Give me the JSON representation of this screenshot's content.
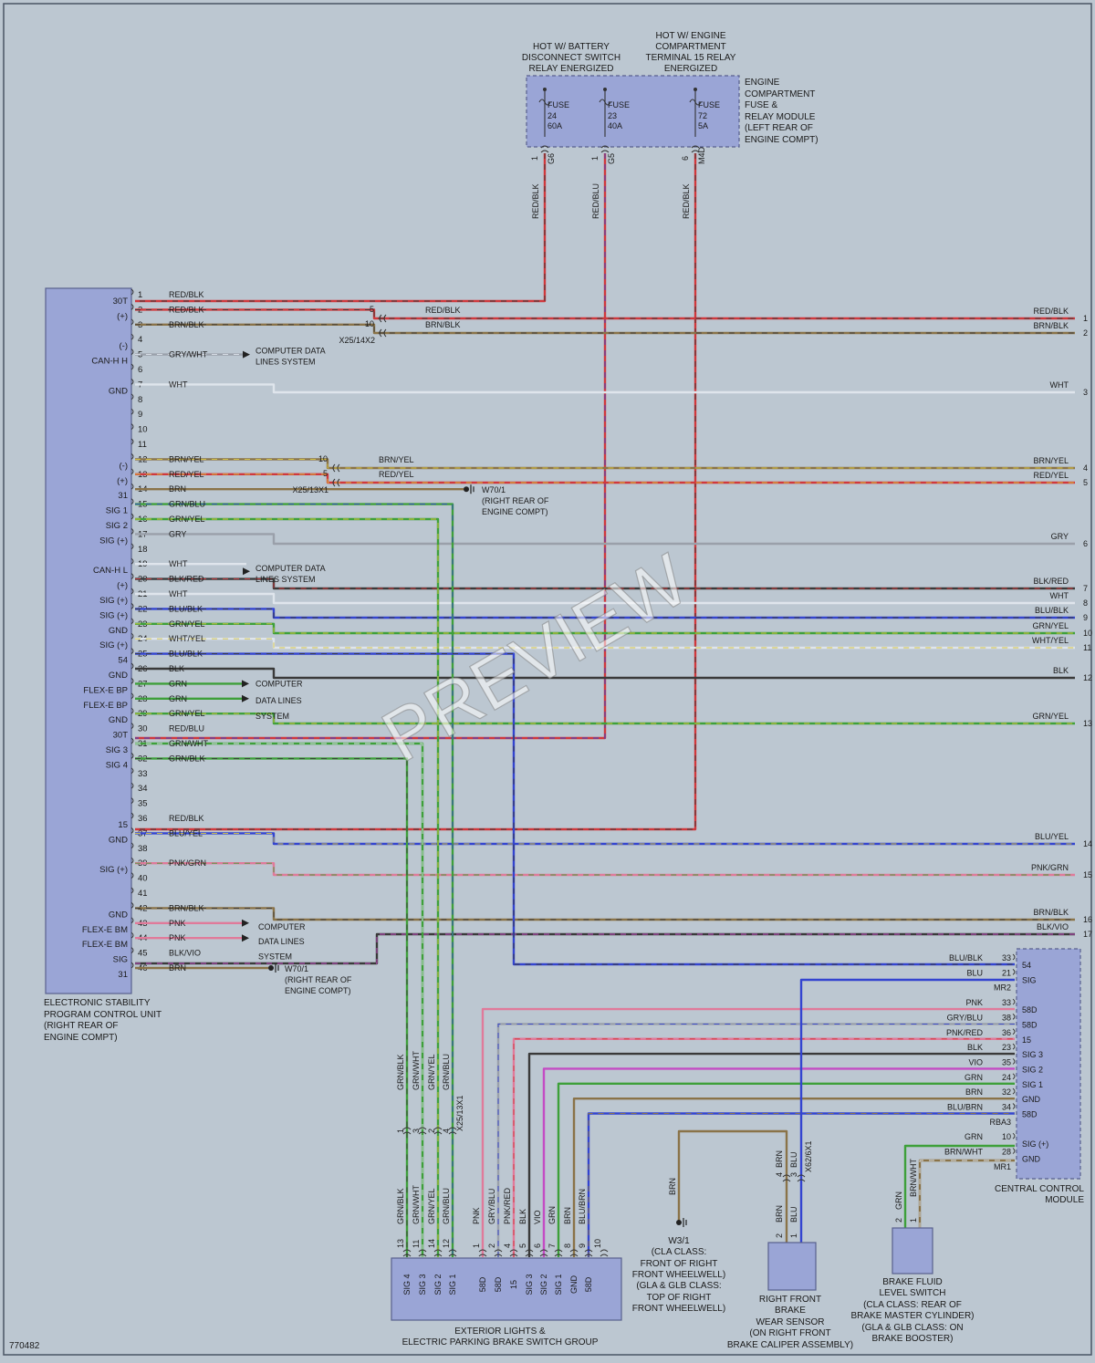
{
  "colors": {
    "RED": "#d0383c",
    "BRN": "#8a7348",
    "GRY": "#9aa0aa",
    "WHT": "#dfe5ec",
    "GRN": "#3ea03a",
    "BLU": "#3344d0",
    "BLK": "#3a3a3a",
    "PNK": "#e07a9a",
    "VIO": "#c44cc4",
    "YEL": "#d8c640",
    "box_fill": "#9aa5d6"
  },
  "fuse_box": {
    "hot1": [
      "HOT W/ BATTERY",
      "DISCONNECT SWITCH",
      "RELAY ENERGIZED"
    ],
    "hot2": [
      "HOT W/ ENGINE",
      "COMPARTMENT",
      "TERMINAL 15 RELAY",
      "ENERGIZED"
    ],
    "module": [
      "ENGINE",
      "COMPARTMENT",
      "FUSE &",
      "RELAY MODULE",
      "(LEFT REAR OF",
      "ENGINE COMPT)"
    ],
    "fuses": [
      {
        "label": "FUSE",
        "num": "24",
        "amp": "60A",
        "pin": "1",
        "conn": "G6",
        "wire": "RED/BLK"
      },
      {
        "label": "FUSE",
        "num": "23",
        "amp": "40A",
        "pin": "1",
        "conn": "G5",
        "wire": "RED/BLU"
      },
      {
        "label": "FUSE",
        "num": "72",
        "amp": "5A",
        "pin": "6",
        "conn": "M4D",
        "wire": "RED/BLK"
      }
    ]
  },
  "esp": {
    "name": [
      "ELECTRONIC STABILITY",
      "PROGRAM CONTROL UNIT",
      "(RIGHT REAR OF",
      "ENGINE COMPT)"
    ],
    "pins": [
      {
        "n": "1",
        "t": "30T",
        "w": "RED/BLK"
      },
      {
        "n": "2",
        "t": "(+)",
        "w": "RED/BLK"
      },
      {
        "n": "3",
        "t": "",
        "w": "BRN/BLK"
      },
      {
        "n": "4",
        "t": "(-)",
        "w": ""
      },
      {
        "n": "5",
        "t": "CAN-H H",
        "w": "GRY/WHT"
      },
      {
        "n": "6",
        "t": "",
        "w": ""
      },
      {
        "n": "7",
        "t": "GND",
        "w": "WHT"
      },
      {
        "n": "8",
        "t": "",
        "w": ""
      },
      {
        "n": "9",
        "t": "",
        "w": ""
      },
      {
        "n": "10",
        "t": "",
        "w": ""
      },
      {
        "n": "11",
        "t": "",
        "w": ""
      },
      {
        "n": "12",
        "t": "(-)",
        "w": "BRN/YEL"
      },
      {
        "n": "13",
        "t": "(+)",
        "w": "RED/YEL"
      },
      {
        "n": "14",
        "t": "31",
        "w": "BRN"
      },
      {
        "n": "15",
        "t": "SIG 1",
        "w": "GRN/BLU"
      },
      {
        "n": "16",
        "t": "SIG 2",
        "w": "GRN/YEL"
      },
      {
        "n": "17",
        "t": "SIG (+)",
        "w": "GRY"
      },
      {
        "n": "18",
        "t": "",
        "w": ""
      },
      {
        "n": "19",
        "t": "CAN-H L",
        "w": "WHT"
      },
      {
        "n": "20",
        "t": "(+)",
        "w": "BLK/RED"
      },
      {
        "n": "21",
        "t": "SIG (+)",
        "w": "WHT"
      },
      {
        "n": "22",
        "t": "SIG (+)",
        "w": "BLU/BLK"
      },
      {
        "n": "23",
        "t": "GND",
        "w": "GRN/YEL"
      },
      {
        "n": "24",
        "t": "SIG (+)",
        "w": "WHT/YEL"
      },
      {
        "n": "25",
        "t": "54",
        "w": "BLU/BLK"
      },
      {
        "n": "26",
        "t": "GND",
        "w": "BLK"
      },
      {
        "n": "27",
        "t": "FLEX-E BP",
        "w": "GRN"
      },
      {
        "n": "28",
        "t": "FLEX-E BP",
        "w": "GRN"
      },
      {
        "n": "29",
        "t": "GND",
        "w": "GRN/YEL"
      },
      {
        "n": "30",
        "t": "30T",
        "w": "RED/BLU"
      },
      {
        "n": "31",
        "t": "SIG 3",
        "w": "GRN/WHT"
      },
      {
        "n": "32",
        "t": "SIG 4",
        "w": "GRN/BLK"
      },
      {
        "n": "33",
        "t": "",
        "w": ""
      },
      {
        "n": "34",
        "t": "",
        "w": ""
      },
      {
        "n": "35",
        "t": "",
        "w": ""
      },
      {
        "n": "36",
        "t": "15",
        "w": "RED/BLK"
      },
      {
        "n": "37",
        "t": "GND",
        "w": "BLU/YEL"
      },
      {
        "n": "38",
        "t": "",
        "w": ""
      },
      {
        "n": "39",
        "t": "SIG (+)",
        "w": "PNK/GRN"
      },
      {
        "n": "40",
        "t": "",
        "w": ""
      },
      {
        "n": "41",
        "t": "",
        "w": ""
      },
      {
        "n": "42",
        "t": "GND",
        "w": "BRN/BLK"
      },
      {
        "n": "43",
        "t": "FLEX-E BM",
        "w": "PNK"
      },
      {
        "n": "44",
        "t": "FLEX-E BM",
        "w": "PNK"
      },
      {
        "n": "45",
        "t": "SIG",
        "w": "BLK/VIO"
      },
      {
        "n": "46",
        "t": "31",
        "w": "BRN"
      }
    ]
  },
  "connectors": {
    "x25_14x2": {
      "name": "X25/14X2",
      "pins": [
        "5",
        "10"
      ],
      "wires": [
        "RED/BLK",
        "BRN/BLK"
      ]
    },
    "x25_13x1": {
      "name": "X25/13X1",
      "pins": [
        "10",
        "5"
      ],
      "wires": [
        "BRN/YEL",
        "RED/YEL"
      ]
    },
    "x25_13x1_v": {
      "name": "X25/13X1",
      "pins": [
        "1",
        "3",
        "2",
        "4"
      ]
    },
    "x62_6x1": {
      "name": "X62/6X1",
      "pins": [
        "4",
        "3"
      ]
    }
  },
  "refs": {
    "cdl": [
      "COMPUTER DATA",
      "LINES SYSTEM"
    ],
    "cdl_stack": [
      "COMPUTER",
      "DATA LINES",
      "SYSTEM"
    ],
    "w70": [
      "W70/1",
      "(RIGHT REAR OF",
      "ENGINE COMPT)"
    ]
  },
  "right_edge": [
    {
      "w": "RED/BLK",
      "n": "1"
    },
    {
      "w": "BRN/BLK",
      "n": "2"
    },
    {
      "w": "WHT",
      "n": "3"
    },
    {
      "w": "BRN/YEL",
      "n": "4"
    },
    {
      "w": "RED/YEL",
      "n": "5"
    },
    {
      "w": "GRY",
      "n": "6"
    },
    {
      "w": "BLK/RED",
      "n": "7"
    },
    {
      "w": "WHT",
      "n": "8"
    },
    {
      "w": "BLU/BLK",
      "n": "9"
    },
    {
      "w": "GRN/YEL",
      "n": "10"
    },
    {
      "w": "WHT/YEL",
      "n": "11"
    },
    {
      "w": "BLK",
      "n": "12"
    },
    {
      "w": "GRN/YEL",
      "n": "13"
    },
    {
      "w": "BLU/YEL",
      "n": "14"
    },
    {
      "w": "PNK/GRN",
      "n": "15"
    },
    {
      "w": "BRN/BLK",
      "n": "16"
    },
    {
      "w": "BLK/VIO",
      "n": "17"
    }
  ],
  "ccm": {
    "name": [
      "CENTRAL CONTROL",
      "MODULE"
    ],
    "pins": [
      {
        "w": "BLU/BLK",
        "n": "33",
        "t": "54",
        "c": ""
      },
      {
        "w": "BLU",
        "n": "21",
        "t": "SIG",
        "c": ""
      },
      {
        "w": "",
        "n": "",
        "t": "",
        "c": "MR2"
      },
      {
        "w": "PNK",
        "n": "33",
        "t": "58D",
        "c": ""
      },
      {
        "w": "GRY/BLU",
        "n": "38",
        "t": "58D",
        "c": ""
      },
      {
        "w": "PNK/RED",
        "n": "36",
        "t": "15",
        "c": ""
      },
      {
        "w": "BLK",
        "n": "23",
        "t": "SIG 3",
        "c": ""
      },
      {
        "w": "VIO",
        "n": "35",
        "t": "SIG 2",
        "c": ""
      },
      {
        "w": "GRN",
        "n": "24",
        "t": "SIG 1",
        "c": ""
      },
      {
        "w": "BRN",
        "n": "32",
        "t": "GND",
        "c": ""
      },
      {
        "w": "BLU/BRN",
        "n": "34",
        "t": "58D",
        "c": ""
      },
      {
        "w": "",
        "n": "",
        "t": "",
        "c": "RBA3"
      },
      {
        "w": "GRN",
        "n": "10",
        "t": "SIG (+)",
        "c": ""
      },
      {
        "w": "BRN/WHT",
        "n": "28",
        "t": "GND",
        "c": ""
      },
      {
        "w": "",
        "n": "",
        "t": "",
        "c": "MR1"
      }
    ]
  },
  "ext": {
    "name": [
      "EXTERIOR LIGHTS &",
      "ELECTRIC PARKING BRAKE SWITCH GROUP"
    ],
    "pins": [
      {
        "n": "13",
        "t": "SIG 4",
        "w": "GRN/BLK"
      },
      {
        "n": "11",
        "t": "SIG 3",
        "w": "GRN/WHT"
      },
      {
        "n": "14",
        "t": "SIG 2",
        "w": "GRN/YEL"
      },
      {
        "n": "12",
        "t": "SIG 1",
        "w": "GRN/BLU"
      },
      {
        "n": "1",
        "t": "58D",
        "w": "PNK"
      },
      {
        "n": "2",
        "t": "58D",
        "w": "GRY/BLU"
      },
      {
        "n": "4",
        "t": "15",
        "w": "PNK/RED"
      },
      {
        "n": "5",
        "t": "SIG 3",
        "w": "BLK"
      },
      {
        "n": "6",
        "t": "SIG 2",
        "w": "VIO"
      },
      {
        "n": "7",
        "t": "SIG 1",
        "w": "GRN"
      },
      {
        "n": "8",
        "t": "GND",
        "w": "BRN"
      },
      {
        "n": "9",
        "t": "58D",
        "w": "BLU/BRN"
      },
      {
        "n": "10",
        "t": "",
        "w": ""
      }
    ],
    "upper_wires": [
      "GRN/BLK",
      "GRN/WHT",
      "GRN/YEL",
      "GRN/BLU"
    ]
  },
  "ground_w3": {
    "wire": "BRN",
    "lines": [
      "W3/1",
      "(CLA CLASS:",
      "FRONT OF RIGHT",
      "FRONT WHEELWELL)",
      "(GLA & GLB CLASS:",
      "TOP OF RIGHT",
      "FRONT WHEELWELL)"
    ]
  },
  "wear_sensor": {
    "wires": [
      "BRN",
      "BLU"
    ],
    "pins": [
      "2",
      "1"
    ],
    "lines": [
      "RIGHT FRONT",
      "BRAKE",
      "WEAR SENSOR",
      "(ON RIGHT FRONT",
      "BRAKE CALIPER ASSEMBLY)"
    ]
  },
  "fluid_switch": {
    "wires": [
      "GRN",
      "BRN/WHT"
    ],
    "pins": [
      "2",
      "1"
    ],
    "lines": [
      "BRAKE FLUID",
      "LEVEL SWITCH",
      "(CLA CLASS: REAR OF",
      "BRAKE MASTER CYLINDER)",
      "(GLA & GLB CLASS: ON",
      "BRAKE BOOSTER)"
    ]
  },
  "doc_id": "770482",
  "watermark": "PREVIEW"
}
